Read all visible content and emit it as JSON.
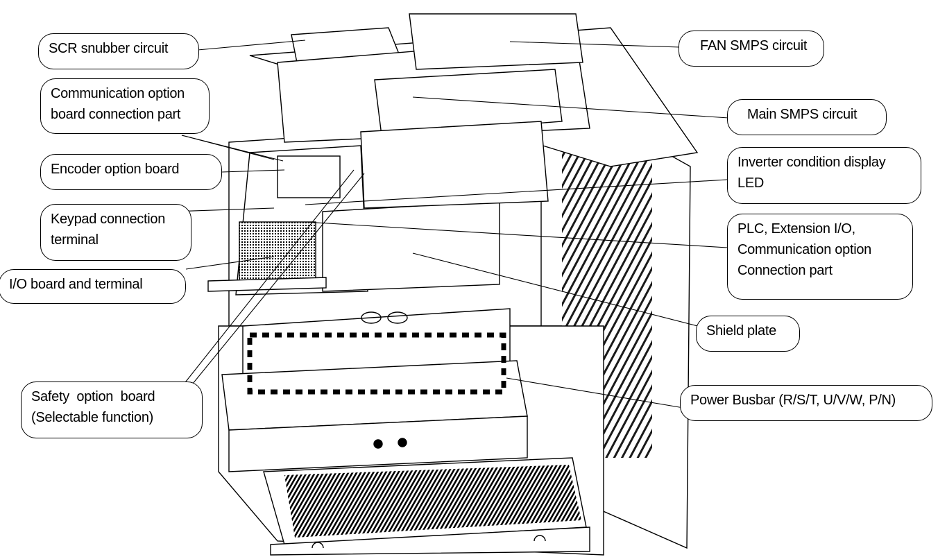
{
  "diagram": {
    "callouts": {
      "scr_snubber": [
        "SCR snubber circuit"
      ],
      "fan_smps": [
        "FAN SMPS circuit"
      ],
      "comm_option_board": [
        "Communication option",
        "board connection part"
      ],
      "main_smps": [
        "Main SMPS circuit"
      ],
      "encoder_option": [
        "Encoder option board"
      ],
      "inverter_led": [
        "Inverter condition display",
        "LED"
      ],
      "keypad_terminal": [
        "Keypad connection",
        "terminal"
      ],
      "plc_extension": [
        "PLC, Extension I/O,",
        "Communication option",
        "Connection part"
      ],
      "io_board": [
        "I/O board and terminal"
      ],
      "shield_plate": [
        "Shield plate"
      ],
      "safety_option": [
        "Safety  option  board",
        "(Selectable function)"
      ],
      "power_busbar": [
        "Power Busbar (R/S/T, U/V/W, P/N)"
      ]
    }
  }
}
